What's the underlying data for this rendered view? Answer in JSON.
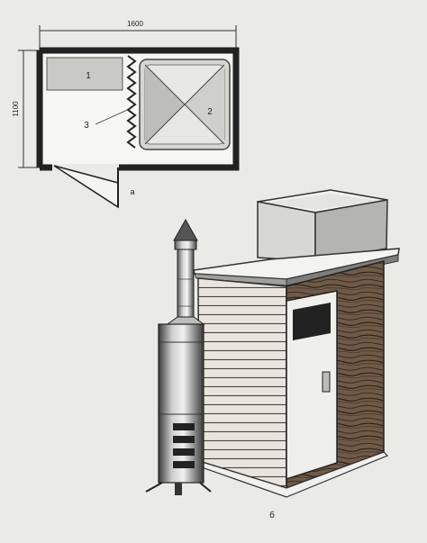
{
  "plan": {
    "width_dimension": "1600",
    "height_dimension": "1100",
    "callout_1": "1",
    "callout_2": "2",
    "callout_3": "3",
    "caption": "а"
  },
  "illustration": {
    "caption": "б"
  }
}
